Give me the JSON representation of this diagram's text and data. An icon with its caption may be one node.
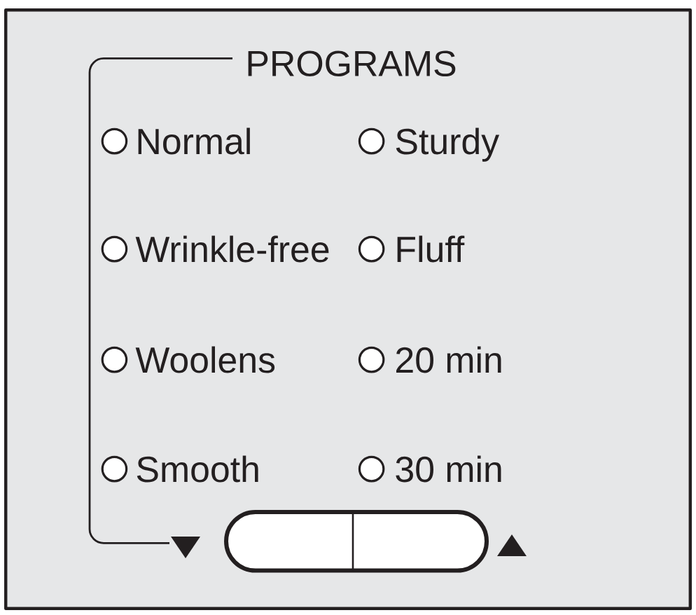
{
  "diagram": {
    "labels": [
      "PROGRAMS",
      "Normal",
      "Sturdy",
      "Wrinkle-free",
      "Fluff",
      "Woolens",
      "20 min",
      "Smooth",
      "30 min"
    ]
  }
}
